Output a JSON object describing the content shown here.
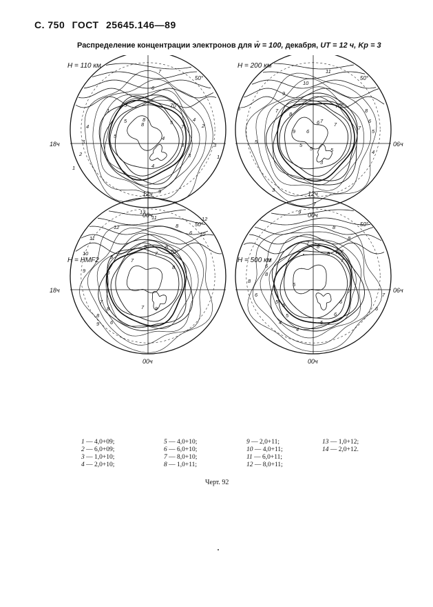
{
  "header": {
    "page_prefix": "С. 750",
    "standard": "ГОСТ",
    "number": "25645.146—89"
  },
  "title": {
    "text": "Распределение концентрации электронов для",
    "w_part": "w̄ = 100,",
    "month_part": "декабря,",
    "ut_part": "UT = 12 ч,",
    "kp_part": "Kp = 3"
  },
  "panels": [
    {
      "height_label": "H = 110 км",
      "top_label": "12ч",
      "bottom_label": "00ч",
      "left_label": "18ч",
      "right_label": "",
      "lat_label": "50°",
      "inner_lat_label": "70°",
      "contour_labels": [
        "7",
        "6",
        "5",
        "4",
        "3",
        "2",
        "1",
        "5",
        "5",
        "7",
        "8",
        "4",
        "5",
        "3",
        "1",
        "3",
        "2",
        "1",
        "4",
        "9",
        "4",
        "3",
        "8"
      ]
    },
    {
      "height_label": "H = 200 км",
      "top_label": "12ч",
      "bottom_label": "00ч",
      "left_label": "",
      "right_label": "06ч",
      "lat_label": "50°",
      "inner_lat_label": "70°",
      "contour_labels": [
        "11",
        "10",
        "9",
        "8",
        "7",
        "8",
        "6",
        "5",
        "9",
        "7",
        "5",
        "6",
        "7",
        "5",
        "6",
        "8",
        "7",
        "5",
        "3",
        "5",
        "4",
        "3",
        "7"
      ]
    },
    {
      "height_label": "H = HMF2",
      "top_label": "12ч",
      "bottom_label": "00ч",
      "left_label": "18ч",
      "right_label": "",
      "lat_label": "50°",
      "inner_lat_label": "70°",
      "contour_labels": [
        "13",
        "12",
        "12",
        "11",
        "11",
        "10",
        "10",
        "9",
        "8",
        "9",
        "7",
        "8",
        "8",
        "7",
        "8",
        "9",
        "9",
        "7",
        "8",
        "6",
        "7",
        "8",
        "5",
        "6"
      ]
    },
    {
      "height_label": "H = 500 км",
      "top_label": "12ч",
      "bottom_label": "00ч",
      "left_label": "",
      "right_label": "06ч",
      "lat_label": "50°",
      "inner_lat_label": "70°",
      "contour_labels": [
        "9",
        "8",
        "8",
        "7",
        "7",
        "8",
        "8",
        "6",
        "7",
        "5",
        "6",
        "5",
        "5",
        "4",
        "5",
        "6",
        "5",
        "7",
        "7",
        "6",
        "5",
        "6",
        "8",
        "4"
      ]
    }
  ],
  "legend": [
    [
      {
        "n": "1",
        "v": "— 4,0+09;"
      },
      {
        "n": "2",
        "v": "— 6,0+09;"
      },
      {
        "n": "3",
        "v": "— 1,0+10;"
      },
      {
        "n": "4",
        "v": "— 2,0+10;"
      }
    ],
    [
      {
        "n": "5",
        "v": "— 4,0+10;"
      },
      {
        "n": "6",
        "v": "— 6,0+10;"
      },
      {
        "n": "7",
        "v": "— 8,0+10;"
      },
      {
        "n": "8",
        "v": "— 1,0+11;"
      }
    ],
    [
      {
        "n": "9",
        "v": "— 2,0+11;"
      },
      {
        "n": "10",
        "v": "— 4,0+11;"
      },
      {
        "n": "11",
        "v": "— 6,0+11;"
      },
      {
        "n": "12",
        "v": "— 8,0+11;"
      }
    ],
    [
      {
        "n": "13",
        "v": "— 1,0+12;"
      },
      {
        "n": "14",
        "v": "— 2,0+12."
      }
    ]
  ],
  "caption": "Черт. 92"
}
